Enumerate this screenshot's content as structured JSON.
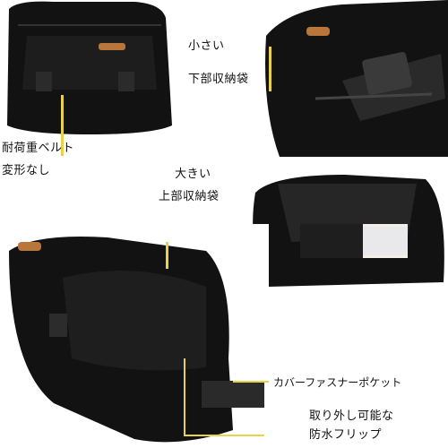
{
  "callouts": {
    "small_pocket": [
      "小さい",
      "下部収納袋"
    ],
    "belt": [
      "耐荷重ベルト",
      "変形なし"
    ],
    "large_pocket": [
      "大きい",
      "上部収納袋"
    ],
    "cover_pocket": "カバーファスナーポケット",
    "flap": [
      "取り外し可能な",
      "防水フリップ"
    ]
  },
  "colors": {
    "leader_line": "#e8d24a",
    "bag": "#121212",
    "logo_patch": "#b9763b"
  }
}
